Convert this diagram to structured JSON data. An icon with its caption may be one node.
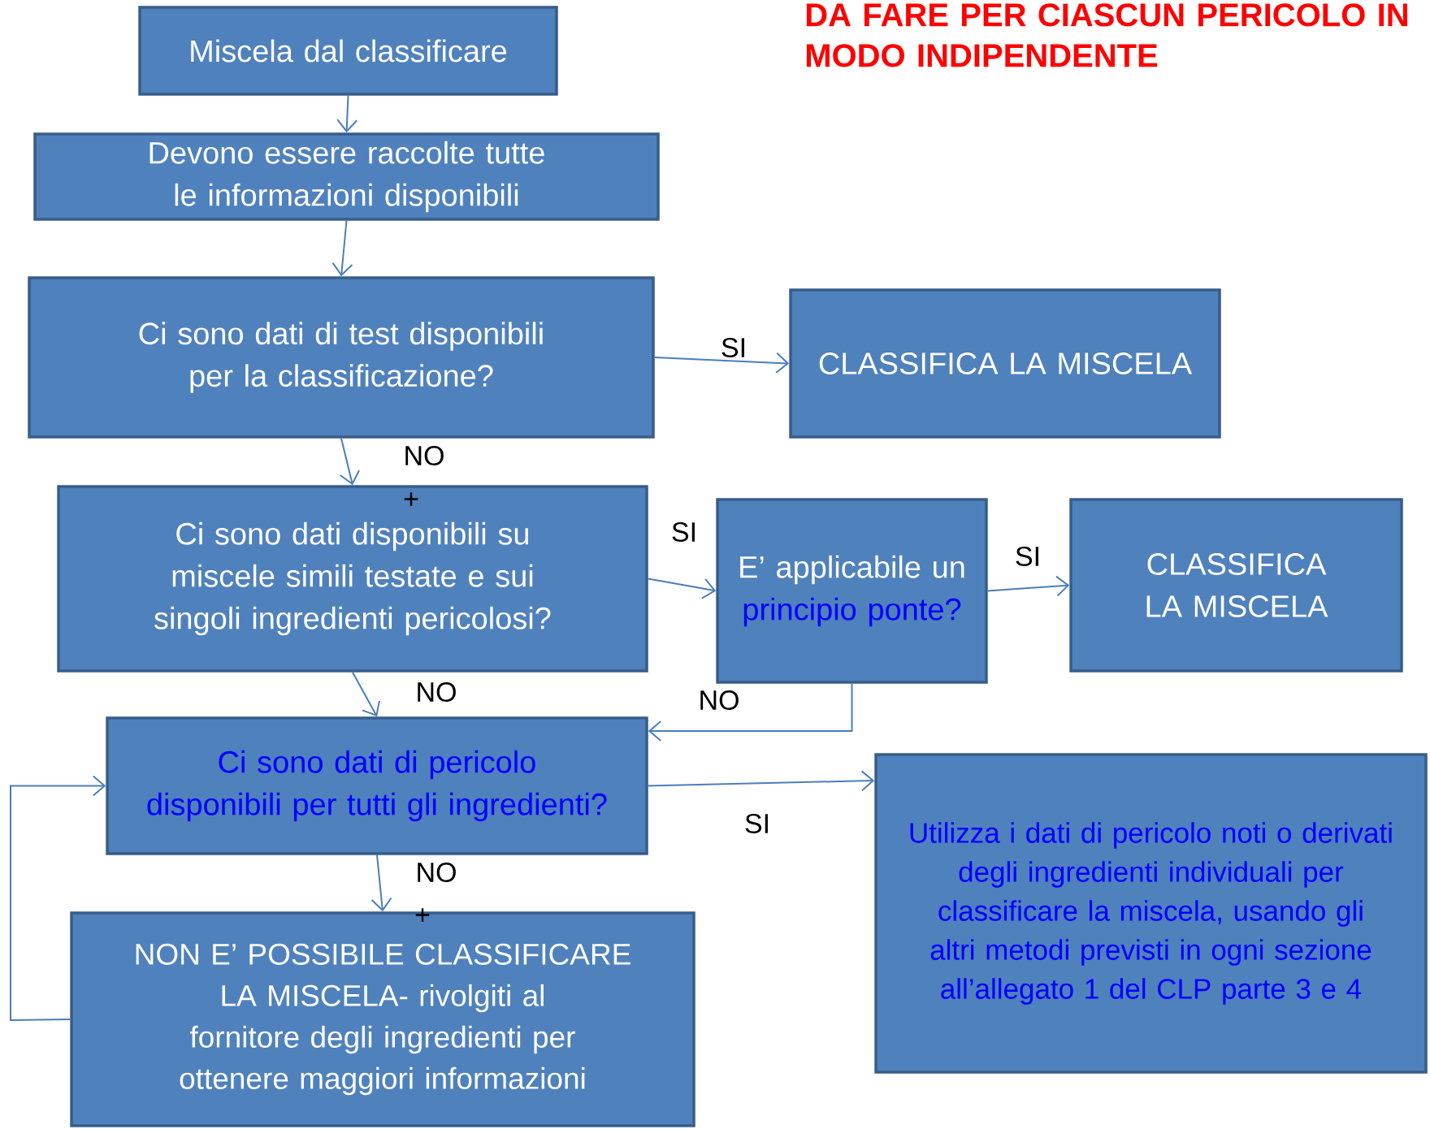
{
  "diagram": {
    "title": "DA FARE PER CIASCUN PERICOLO IN MODO INDIPENDENTE",
    "nodes": [
      {
        "text": [
          "Miscela dal classificare"
        ]
      },
      {
        "text": [
          "Devono essere raccolte tutte le informazioni disponibili"
        ]
      },
      {
        "text": [
          "Ci sono dati di test disponibili per la classificazione?"
        ]
      },
      {
        "text": [
          "CLASSIFICA LA MISCELA"
        ]
      },
      {
        "text": [
          "Ci sono dati disponibili su miscele simili testate e sui  singoli ingredienti pericolosi?"
        ]
      },
      {
        "text": [
          "E’ applicabile un",
          "principio ponte?"
        ]
      },
      {
        "text": [
          "CLASSIFICA LA MISCELA"
        ]
      },
      {
        "text": [
          "Ci sono dati di pericolo disponibili per tutti gli ingredienti?"
        ]
      },
      {
        "text": [
          "Utilizza i dati di pericolo noti o derivati  degli ingredienti individuali per classificare la miscela, usando gli altri metodi previsti in ogni sezione all’allegato 1 del CLP parte 3 e 4"
        ]
      },
      {
        "text": [
          "NON E’ POSSIBILE CLASSIFICARE LA MISCELA- rivolgiti al fornitore degli ingredienti  per ottenere maggiori informazioni"
        ]
      }
    ],
    "edges": [
      {
        "from": 0,
        "to": 1,
        "arrow": "to"
      },
      {
        "from": 1,
        "to": 2,
        "arrow": "to"
      },
      {
        "from": 2,
        "to": 3,
        "arrow": "to",
        "label": "SI"
      },
      {
        "from": 2,
        "to": 4,
        "arrow": "to",
        "label": "NO"
      },
      {
        "from": 4,
        "to": 5,
        "arrow": "to",
        "label": "SI"
      },
      {
        "from": 5,
        "to": 6,
        "arrow": "to",
        "label": "SI"
      },
      {
        "from": 4,
        "to": 7,
        "arrow": "to",
        "label": "NO"
      },
      {
        "from": 5,
        "to": 7,
        "arrow": "to",
        "label": "NO"
      },
      {
        "from": 7,
        "to": 8,
        "arrow": "to",
        "label": "SI"
      },
      {
        "from": 7,
        "to": 9,
        "arrow": "to",
        "label": "NO"
      },
      {
        "from": 9,
        "to": 7,
        "arrow": "to"
      }
    ],
    "labels": [
      "+",
      "+"
    ]
  }
}
